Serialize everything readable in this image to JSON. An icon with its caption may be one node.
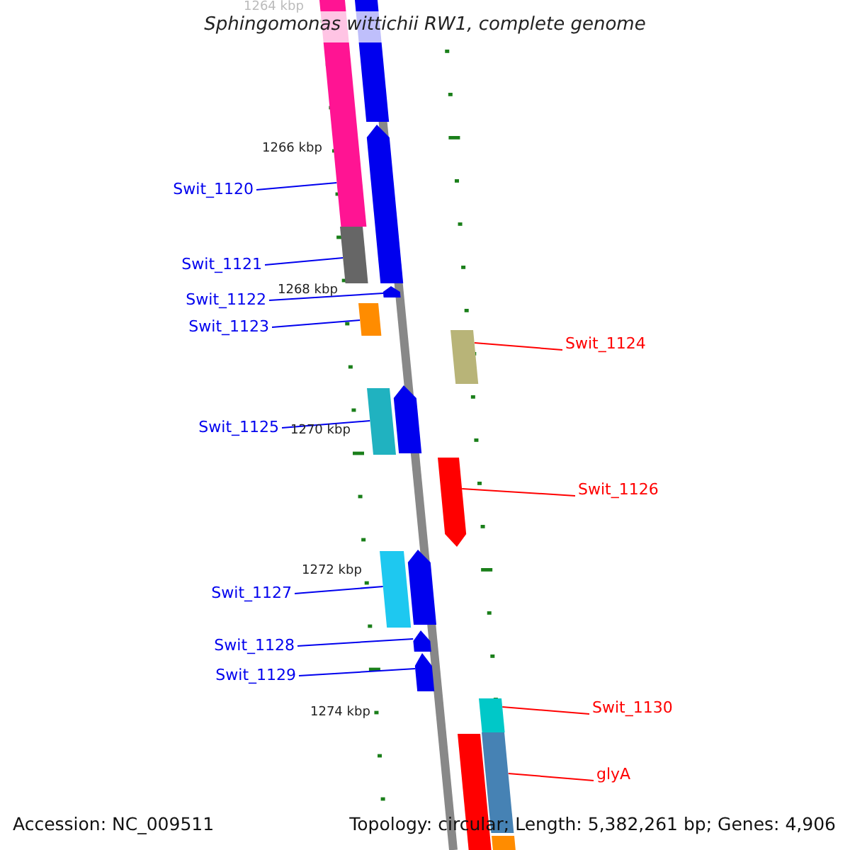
{
  "diagram": {
    "title": "Sphingomonas wittichii RW1, complete genome",
    "nodes": [
      {
        "text": [
          "Swit_1120"
        ]
      },
      {
        "text": [
          "Swit_1121"
        ]
      },
      {
        "text": [
          "Swit_1122"
        ]
      },
      {
        "text": [
          "Swit_1123"
        ]
      },
      {
        "text": [
          "Swit_1124"
        ]
      },
      {
        "text": [
          "Swit_1125"
        ]
      },
      {
        "text": [
          "Swit_1126"
        ]
      },
      {
        "text": [
          "Swit_1127"
        ]
      },
      {
        "text": [
          "Swit_1128"
        ]
      },
      {
        "text": [
          "Swit_1129"
        ]
      },
      {
        "text": [
          "Swit_1130"
        ]
      },
      {
        "text": [
          "glyA"
        ]
      },
      {
        "text": [],
        "shape": "bar"
      },
      {
        "text": [],
        "shape": "bar"
      },
      {
        "text": [],
        "shape": "bar"
      },
      {
        "text": [],
        "shape": "bar"
      },
      {
        "text": [],
        "shape": "bar"
      },
      {
        "text": [],
        "shape": "bar"
      },
      {
        "text": [],
        "shape": "bar"
      },
      {
        "text": [],
        "shape": "bar"
      },
      {
        "text": [],
        "shape": "bar"
      },
      {
        "text": [],
        "shape": "bar"
      },
      {
        "text": [],
        "shape": "bar"
      },
      {
        "text": [],
        "shape": "bar"
      },
      {
        "text": [],
        "shape": "bar"
      },
      {
        "text": [],
        "shape": "bar"
      },
      {
        "text": [],
        "shape": "bar"
      },
      {
        "text": [],
        "shape": "bar"
      },
      {
        "text": [],
        "shape": "bar"
      },
      {
        "text": [],
        "shape": "bar"
      }
    ],
    "edges": [
      {
        "from": 0,
        "to": 12,
        "arrow": "none"
      },
      {
        "from": 1,
        "to": 13,
        "arrow": "none"
      },
      {
        "from": 2,
        "to": 14,
        "arrow": "none"
      },
      {
        "from": 3,
        "to": 15,
        "arrow": "none"
      },
      {
        "from": 4,
        "to": 16,
        "arrow": "none",
        "color": "#ff0000"
      },
      {
        "from": 5,
        "to": 17,
        "arrow": "none"
      },
      {
        "from": 6,
        "to": 18,
        "arrow": "none",
        "color": "#ff0000"
      },
      {
        "from": 7,
        "to": 19,
        "arrow": "none"
      },
      {
        "from": 8,
        "to": 20,
        "arrow": "none"
      },
      {
        "from": 9,
        "to": 21,
        "arrow": "none"
      },
      {
        "from": 10,
        "to": 22,
        "arrow": "none",
        "color": "#ff0000"
      },
      {
        "from": 11,
        "to": 23,
        "arrow": "none",
        "color": "#ff0000"
      }
    ],
    "labels": [
      "1264 kbp",
      "1266 kbp",
      "1268 kbp",
      "1270 kbp",
      "1272 kbp",
      "1274 kbp",
      "Accession: NC_009511",
      "Topology: circular; Length: 5,382,261 bp; Genes: 4,906"
    ]
  }
}
